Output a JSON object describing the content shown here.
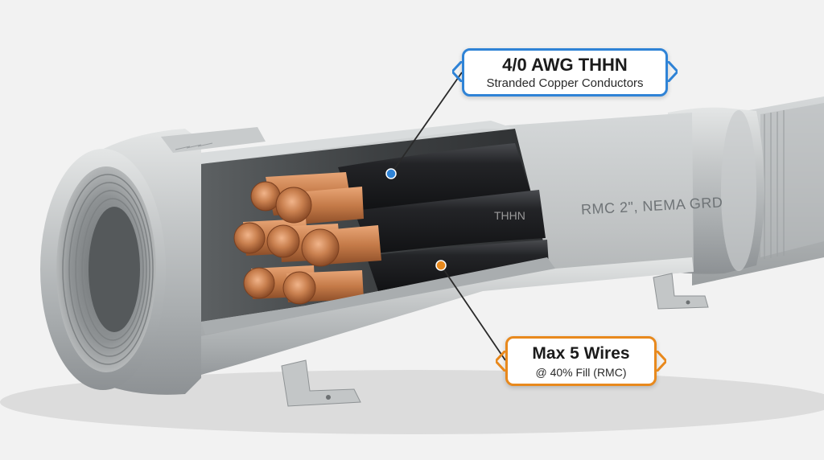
{
  "scene": {
    "subject": "Cutaway of rigid metal conduit with copper conductors"
  },
  "callouts": {
    "top": {
      "title": "4/0 AWG THHN",
      "subtitle": "Stranded Copper Conductors",
      "accent_color": "#2f83d6",
      "marker_icon": "blue-dot-icon"
    },
    "bottom": {
      "title": "Max 5 Wires",
      "subtitle": "@ 40% Fill (RMC)",
      "accent_color": "#e8891d",
      "marker_icon": "orange-dot-icon"
    }
  },
  "markings": {
    "conduit": "RMC 2\",  NEMA GRD",
    "wire": "THHN"
  },
  "colors": {
    "conduit_steel": "#b9bcbd",
    "copper": "#c27a4b",
    "insulation": "#1d1e20",
    "background": "#f2f2f2"
  }
}
